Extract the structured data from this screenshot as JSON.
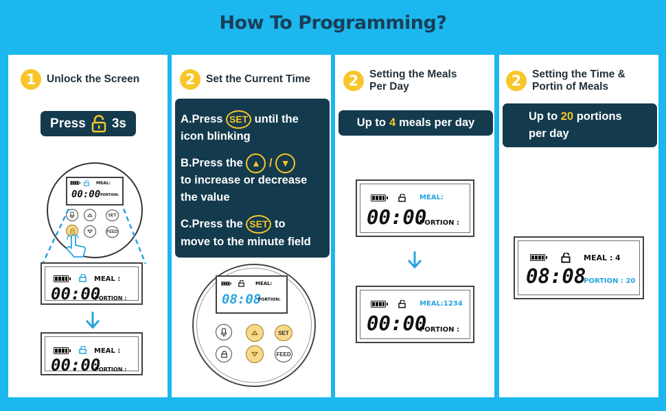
{
  "title": "How To Programming?",
  "panel1": {
    "num": "1",
    "title": "Unlock the Screen",
    "press_word": "Press",
    "press_time": "3s",
    "lcd_top": {
      "time": "00:00",
      "meal": "MEAL:",
      "portion": "PORTION:"
    },
    "lcd_a": {
      "time": "00:00",
      "meal": "MEAL :",
      "portion": "PORTION :"
    },
    "lcd_b": {
      "time": "00:00",
      "meal": "MEAL :",
      "portion": "PORTION :"
    },
    "buttons": {
      "set": "SET",
      "feed": "FEED"
    }
  },
  "panel2": {
    "num": "2",
    "title": "Set the Current Time",
    "a_pre": "A.Press",
    "a_set": "SET",
    "a_post": "until the",
    "a_line2": "icon blinking",
    "b_pre": "B.Press the",
    "b_slash": "/",
    "b_line2": "to increase or decrease",
    "b_line3": "the value",
    "c_pre": "C.Press the",
    "c_set": "SET",
    "c_post": "to",
    "c_line2": "move to the minute field",
    "lcd": {
      "time": "08:08",
      "meal": "MEAL:",
      "portion": "PORTION:"
    },
    "buttons": {
      "set": "SET",
      "feed": "FEED"
    }
  },
  "panel3": {
    "num": "2",
    "title_l1": "Setting the Meals",
    "title_l2": "Per Day",
    "box_pre": "Up to",
    "box_num": "4",
    "box_post": "meals per day",
    "lcd_a": {
      "time": "00:00",
      "meal": "MEAL:",
      "portion": "PORTION :"
    },
    "lcd_b": {
      "time": "00:00",
      "meal": "MEAL:1234",
      "portion": "PORTION :"
    }
  },
  "panel4": {
    "num": "2",
    "title_l1": "Setting the Time &",
    "title_l2": "Portin of Meals",
    "box_pre": "Up to",
    "box_num": "20",
    "box_post": "portions",
    "box_l2": "per day",
    "lcd": {
      "time": "08:08",
      "meal": "MEAL : 4",
      "portion": "PORTION : 20"
    }
  },
  "colors": {
    "background": "#1cb7ee",
    "dark": "#143a4d",
    "yellow": "#f8c62b",
    "blue": "#26a4df"
  }
}
